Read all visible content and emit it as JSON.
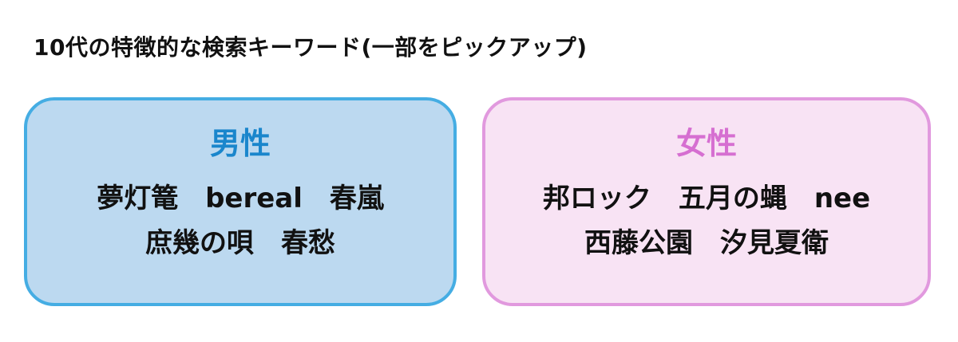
{
  "title": "10代の特徴的な検索キーワード(一部をピックアップ)",
  "colors": {
    "male_fill": "#bcd9f0",
    "male_border": "#45ade3",
    "male_heading": "#1a86cc",
    "female_fill": "#f8e3f4",
    "female_border": "#e199de",
    "female_heading": "#d66fd1"
  },
  "male": {
    "heading": "男性",
    "lines": [
      "夢灯篭　bereal　春嵐",
      "庶幾の唄　春愁"
    ]
  },
  "female": {
    "heading": "女性",
    "lines": [
      "邦ロック　五月の蝿　nee",
      "西藤公園　汐見夏衛"
    ]
  }
}
